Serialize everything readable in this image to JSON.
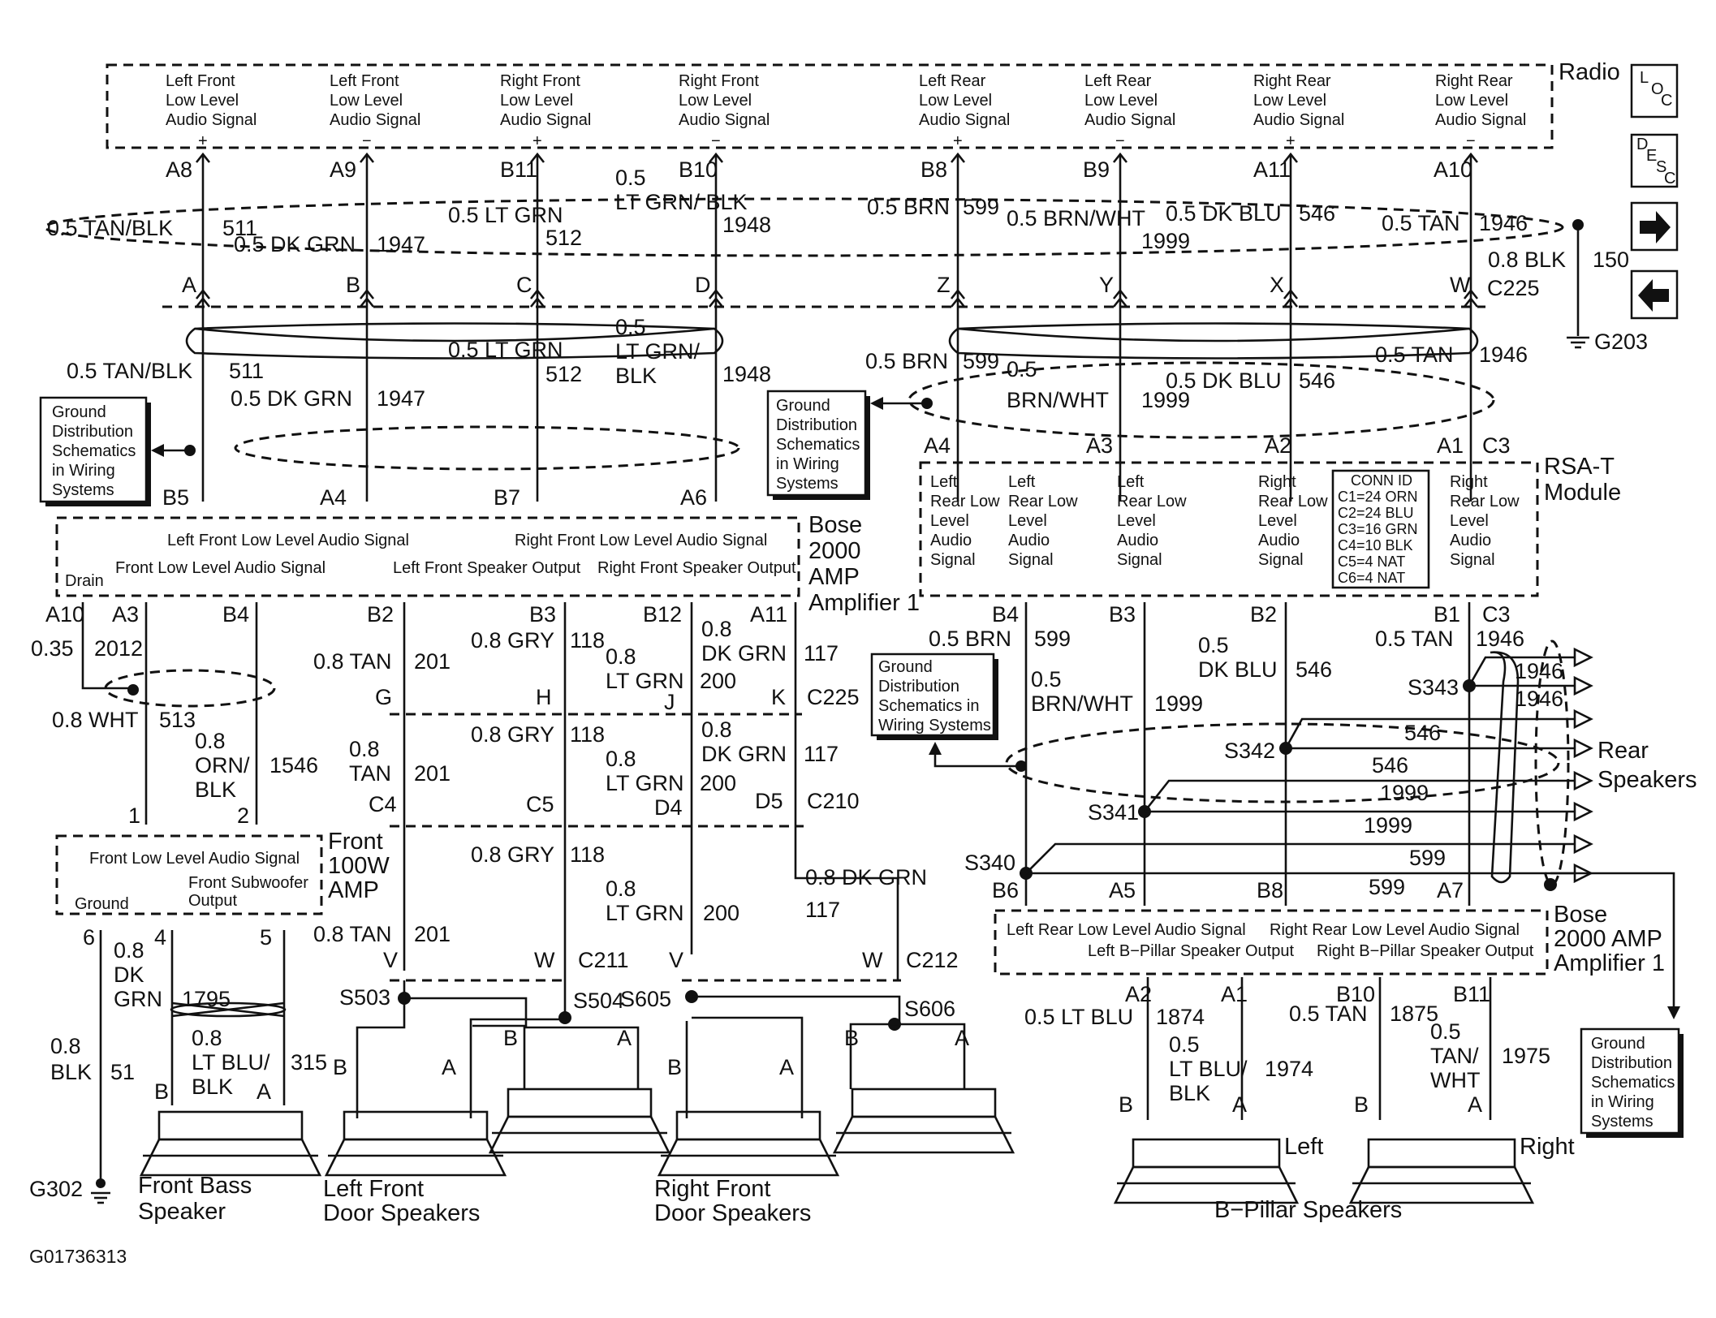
{
  "figure_id": "G01736313",
  "radio": {
    "title": "Radio",
    "signals": [
      {
        "label": [
          "Left Front",
          "Low Level",
          "Audio Signal"
        ],
        "pol": "+",
        "pin": "A8",
        "gauge": "0.5 TAN/BLK",
        "circuit": "511",
        "conn_pin": "A"
      },
      {
        "label": [
          "Left Front",
          "Low Level",
          "Audio Signal"
        ],
        "pol": "−",
        "pin": "A9",
        "gauge": "0.5 DK GRN",
        "circuit": "1947",
        "conn_pin": "B"
      },
      {
        "label": [
          "Right Front",
          "Low Level",
          "Audio Signal"
        ],
        "pol": "+",
        "pin": "B11",
        "gauge": "0.5 LT GRN",
        "circuit": "512",
        "conn_pin": "C"
      },
      {
        "label": [
          "Right Front",
          "Low Level",
          "Audio Signal"
        ],
        "pol": "−",
        "pin": "B10",
        "gauge": "0.5 LT GRN/ BLK",
        "circuit": "1948",
        "conn_pin": "D"
      },
      {
        "label": [
          "Left Rear",
          "Low Level",
          "Audio Signal"
        ],
        "pol": "+",
        "pin": "B8",
        "gauge": "0.5 BRN",
        "circuit": "599",
        "conn_pin": "Z"
      },
      {
        "label": [
          "Left Rear",
          "Low Level",
          "Audio Signal"
        ],
        "pol": "−",
        "pin": "B9",
        "gauge": "0.5 BRN/WHT",
        "circuit": "1999",
        "conn_pin": "Y"
      },
      {
        "label": [
          "Right Rear",
          "Low Level",
          "Audio Signal"
        ],
        "pol": "+",
        "pin": "A11",
        "gauge": "0.5 DK BLU",
        "circuit": "546",
        "conn_pin": "X"
      },
      {
        "label": [
          "Right Rear",
          "Low Level",
          "Audio Signal"
        ],
        "pol": "−",
        "pin": "A10",
        "gauge": "0.5 TAN",
        "circuit": "1946",
        "conn_pin": "W"
      }
    ]
  },
  "nav_buttons": [
    {
      "name": "loc-button",
      "letters": [
        "L",
        "O",
        "C"
      ]
    },
    {
      "name": "desc-button",
      "letters": [
        "D",
        "E",
        "S",
        "C"
      ]
    },
    {
      "name": "next-arrow-button",
      "glyph": "➡"
    },
    {
      "name": "prev-arrow-button",
      "glyph": "⬅"
    }
  ],
  "ground_150": {
    "gauge": "0.8 BLK",
    "circuit": "150",
    "ground": "G203"
  },
  "connector_c225": "C225",
  "lower_top_wires": {
    "left": [
      {
        "gauge": "0.5 TAN/BLK",
        "circuit": "511",
        "pin": "B5"
      },
      {
        "gauge": "0.5 DK GRN",
        "circuit": "1947",
        "pin": "A4"
      },
      {
        "gauge": "0.5 LT GRN",
        "circuit": "512",
        "pin": "B7"
      },
      {
        "gauge": "0.5 LT GRN/ BLK",
        "circuit": "1948",
        "pin": "A6"
      }
    ],
    "right": [
      {
        "gauge": "0.5 BRN",
        "circuit": "599",
        "pin": "A4"
      },
      {
        "gauge": "0.5 BRN/WHT",
        "circuit": "1999",
        "pin": "A3"
      },
      {
        "gauge": "0.5 DK BLU",
        "circuit": "546",
        "pin": "A2"
      },
      {
        "gauge": "0.5 TAN",
        "circuit": "1946",
        "pin": "A1"
      }
    ],
    "rsa_conn": "C3"
  },
  "ground_dist_label": [
    "Ground",
    "Distribution",
    "Schematics",
    "in Wiring",
    "Systems"
  ],
  "ground_dist_label_b": [
    "Ground",
    "Distribution",
    "Schematics in",
    "Wiring Systems"
  ],
  "bose_front": {
    "title": [
      "Bose",
      "2000",
      "AMP",
      "Amplifier 1"
    ],
    "row1": [
      "Left Front Low Level Audio Signal",
      "Right Front Low Level Audio Signal"
    ],
    "row2": [
      "Drain",
      "Front Low Level Audio Signal",
      "Left Front Speaker Output",
      "Right Front Speaker Output"
    ],
    "pins": [
      "A10",
      "A3",
      "B4",
      "B2",
      "B3",
      "B12",
      "A11"
    ]
  },
  "rsa_module": {
    "title": [
      "RSA-T",
      "Module"
    ],
    "cols": [
      [
        "Left",
        "Rear Low",
        "Level",
        "Audio",
        "Signal"
      ],
      [
        "Left",
        "Rear Low",
        "Level",
        "Audio",
        "Signal"
      ],
      [
        "Left",
        "Rear Low",
        "Level",
        "Audio",
        "Signal"
      ],
      [
        "Right",
        "Rear Low",
        "Level",
        "Audio",
        "Signal"
      ],
      [
        "Right",
        "Rear Low",
        "Level",
        "Audio",
        "Signal"
      ]
    ],
    "conn_id": [
      "CONN ID",
      "C1=24 ORN",
      "C2=24 BLU",
      "C3=16 GRN",
      "C4=10 BLK",
      "C5=4 NAT",
      "C6=4 NAT"
    ],
    "pins_bottom": [
      "B4",
      "B3",
      "B2",
      "B1",
      "C3"
    ]
  },
  "front_wiring": {
    "drain": {
      "gauge": "0.35",
      "circuit": "2012"
    },
    "sub_plus": {
      "gauge": "0.8 WHT",
      "circuit": "513",
      "pin": "1"
    },
    "sub_minus": {
      "gauge": "0.8 ORN/ BLK",
      "circuit": "1546",
      "pin": "2"
    },
    "lf_plus": {
      "gauge": "0.8 TAN",
      "circuit": "201",
      "conn": "G",
      "conn2": "C4"
    },
    "lf_minus": {
      "gauge": "0.8 GRY",
      "circuit": "118",
      "conn": "H",
      "conn2": "C5"
    },
    "rf_plus": {
      "gauge": "0.8 LT GRN",
      "circuit": "200",
      "conn": "J",
      "conn2": "D4"
    },
    "rf_minus": {
      "gauge": "0.8 DK GRN",
      "circuit": "117",
      "conn": "K",
      "conn2": "D5"
    },
    "c225": "C225",
    "c210": "C210",
    "c211": "C211",
    "c212": "C212",
    "splices": [
      "S503",
      "S504",
      "S605",
      "S606"
    ],
    "pins_lower": [
      "V",
      "W",
      "V",
      "W"
    ]
  },
  "front_amp": {
    "title": [
      "Front",
      "100W",
      "AMP"
    ],
    "row1": "Front Low Level Audio Signal",
    "row2": [
      "Ground",
      "Front Subwoofer",
      "Output"
    ],
    "pins": [
      "6",
      "4",
      "5"
    ]
  },
  "bass_wiring": {
    "plus": {
      "gauge": "0.8 DK GRN",
      "circuit": "1795"
    },
    "minus": {
      "gauge": "0.8 LT BLU/ BLK",
      "circuit": "315"
    },
    "ground": {
      "gauge": "0.8 BLK",
      "circuit": "51",
      "label": "G302"
    }
  },
  "rear_wiring": {
    "brn": {
      "gauge": "0.5 BRN",
      "circuit": "599"
    },
    "brnwht": {
      "gauge": "0.5 BRN/WHT",
      "circuit": "1999"
    },
    "dkblu": {
      "gauge": "0.5 DK BLU",
      "circuit": "546"
    },
    "tan": {
      "gauge": "0.5 TAN",
      "circuit": "1946"
    },
    "splices": [
      "S340",
      "S341",
      "S342",
      "S343"
    ],
    "pins": [
      "B6",
      "A5",
      "B8",
      "A7"
    ],
    "rear_labels": [
      "1946",
      "1946",
      "546",
      "546",
      "1999",
      "1999",
      "599",
      "599"
    ],
    "rear_speakers": [
      "Rear",
      "Speakers"
    ]
  },
  "bose_rear": {
    "title": [
      "Bose",
      "2000 AMP",
      "Amplifier 1"
    ],
    "row1": [
      "Left Rear Low Level Audio Signal",
      "Right Rear Low Level Audio Signal"
    ],
    "row2": [
      "Left B−Pillar Speaker Output",
      "Right B−Pillar Speaker Output"
    ]
  },
  "bpillar_wiring": [
    {
      "pin": "A2",
      "gauge": "0.5 LT BLU",
      "circuit": "1874"
    },
    {
      "pin": "A1",
      "gauge": "0.5 LT BLU/ BLK",
      "circuit": "1974"
    },
    {
      "pin": "B10",
      "gauge": "0.5 TAN",
      "circuit": "1875"
    },
    {
      "pin": "B11",
      "gauge": "0.5 TAN/ WHT",
      "circuit": "1975"
    }
  ],
  "speakers": {
    "front_bass": [
      "Front Bass",
      "Speaker"
    ],
    "left_front": [
      "Left Front",
      "Door Speakers"
    ],
    "right_front": [
      "Right Front",
      "Door Speakers"
    ],
    "bpillar": "B−Pillar Speakers",
    "left": "Left",
    "right": "Right",
    "terminals": [
      "A",
      "B"
    ]
  }
}
